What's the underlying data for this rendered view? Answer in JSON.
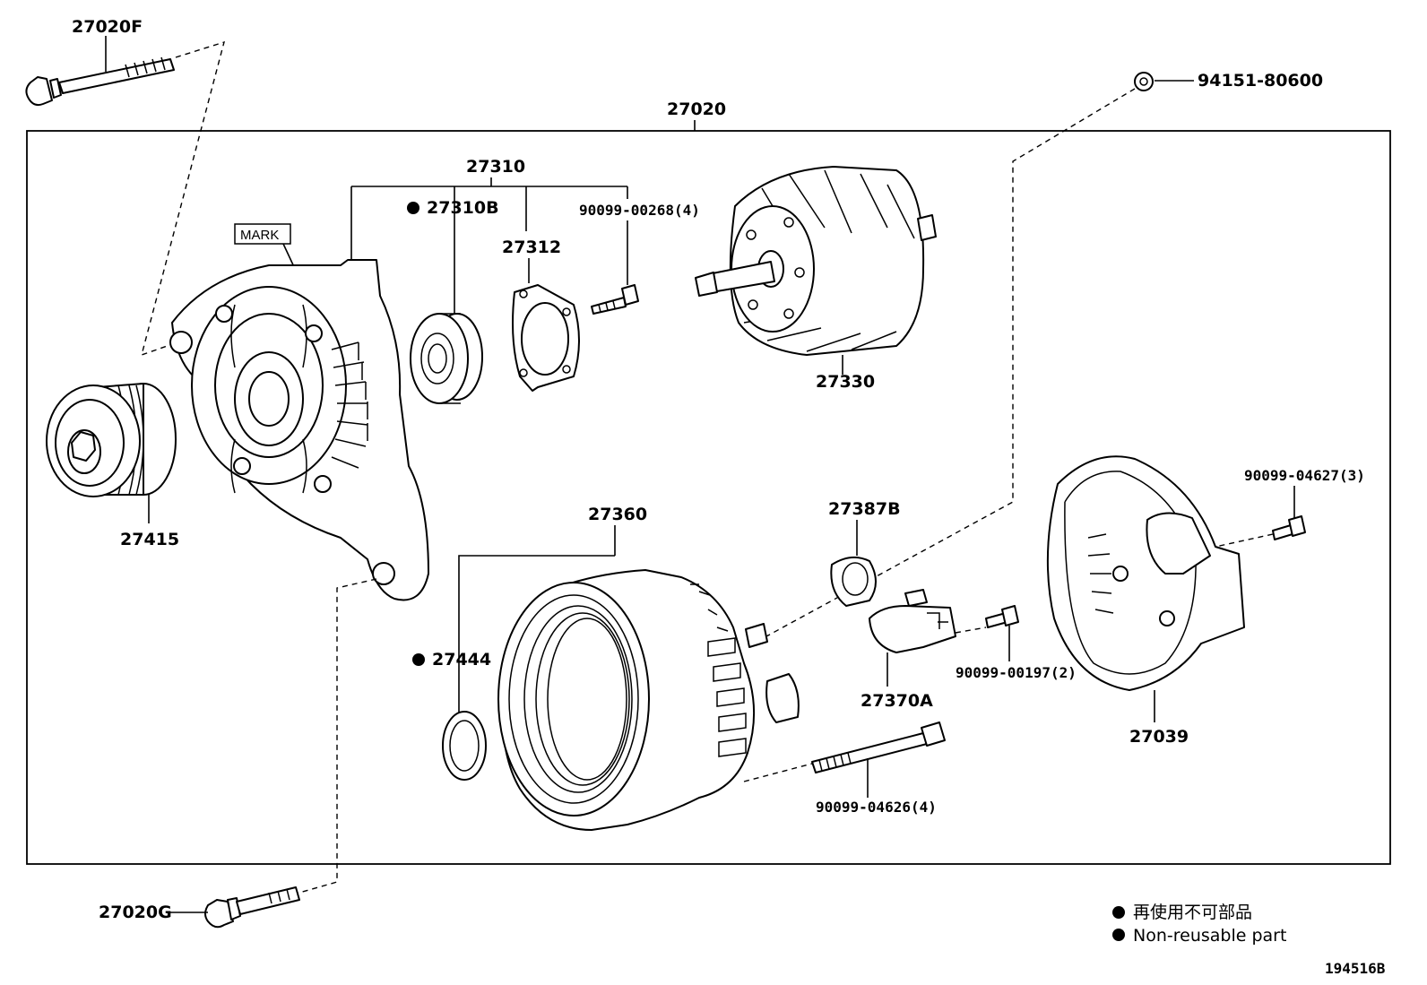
{
  "parts": {
    "p27020F": "27020F",
    "p27020": "27020",
    "p94151": "94151-80600",
    "p27310": "27310",
    "p27310B": "27310B",
    "p90099_00268": "90099-00268(4)",
    "p27312": "27312",
    "p27330": "27330",
    "mark": "MARK",
    "p27415": "27415",
    "p27360": "27360",
    "p27387B": "27387B",
    "p90099_04627": "90099-04627(3)",
    "p27444": "27444",
    "p90099_00197": "90099-00197(2)",
    "p27370A": "27370A",
    "p27039": "27039",
    "p90099_04626": "90099-04626(4)",
    "p27020G": "27020G"
  },
  "legend": {
    "jp": "再使用不可部品",
    "en": "Non-reusable part"
  },
  "figure_id": "194516B"
}
